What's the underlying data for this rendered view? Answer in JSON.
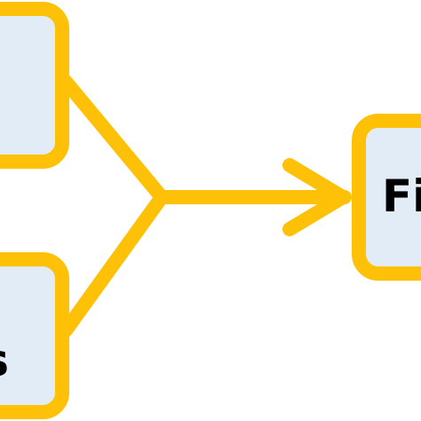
{
  "diagram": {
    "colors": {
      "stroke": "#FFC107",
      "box_fill": "#E1ECF7",
      "text": "#000000",
      "background": "#FFFFFF"
    },
    "nodes": {
      "top_left": {
        "label": ""
      },
      "bottom_left": {
        "label": "s"
      },
      "right": {
        "label": "Fi"
      }
    },
    "edges": [
      {
        "from": "top_left",
        "to": "merge"
      },
      {
        "from": "bottom_left",
        "to": "merge"
      },
      {
        "from": "merge",
        "to": "right",
        "arrow": true
      }
    ]
  }
}
